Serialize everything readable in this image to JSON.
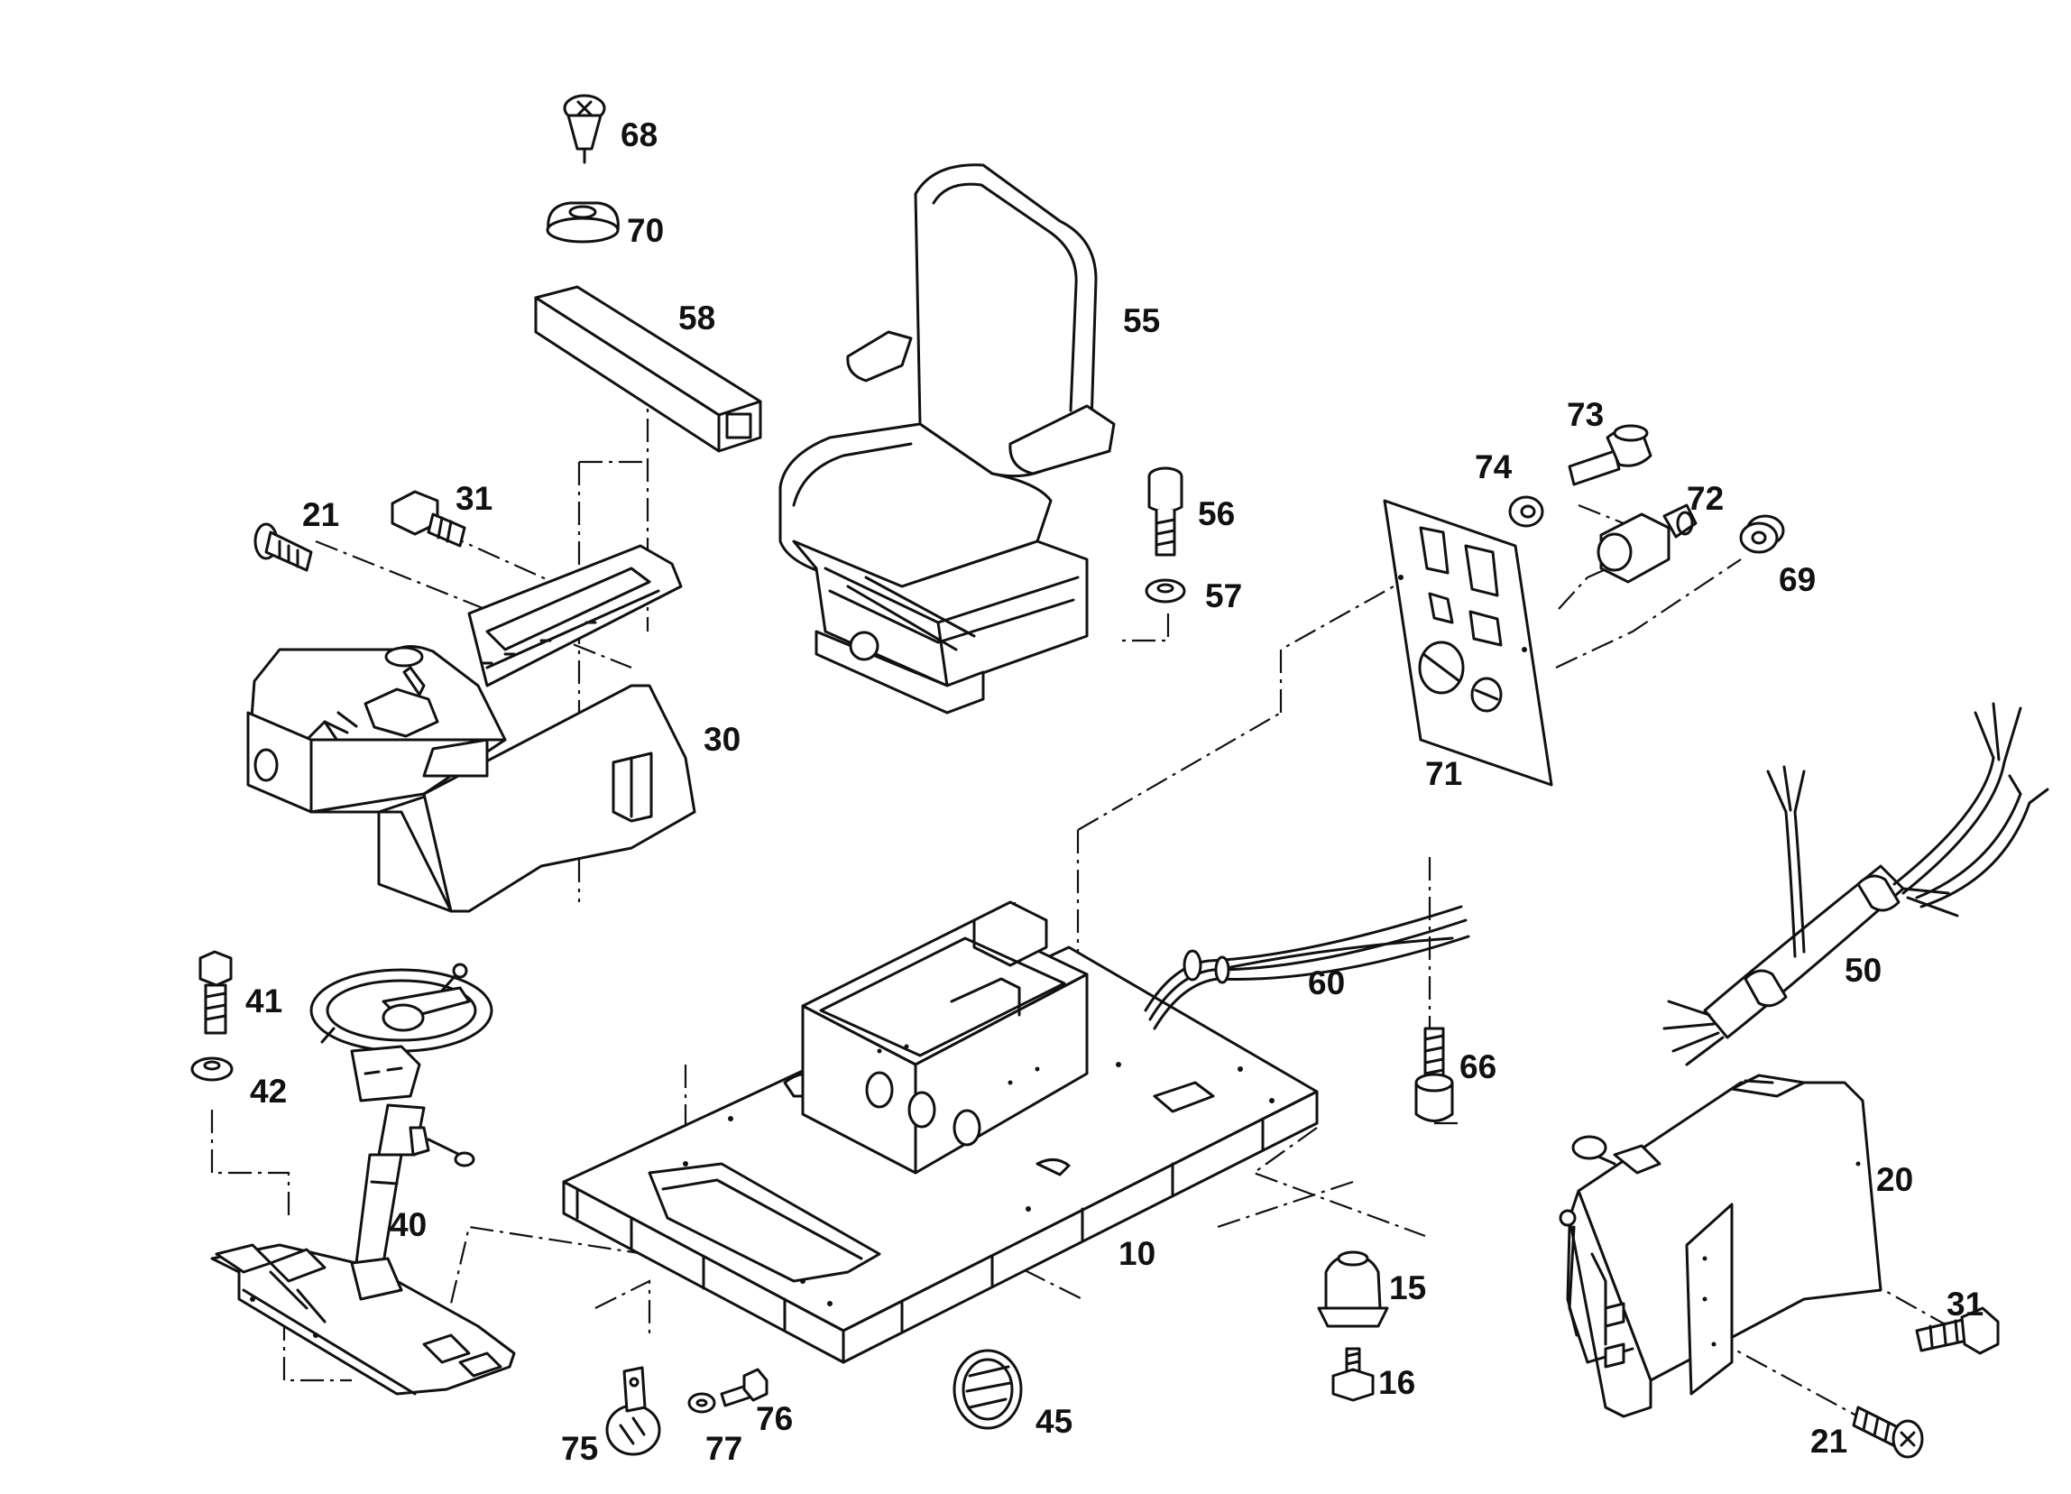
{
  "callouts": {
    "c10": "10",
    "c15": "15",
    "c16": "16",
    "c20": "20",
    "c21a": "21",
    "c21b": "21",
    "c30": "30",
    "c31a": "31",
    "c31b": "31",
    "c40": "40",
    "c41": "41",
    "c42": "42",
    "c45": "45",
    "c50": "50",
    "c55": "55",
    "c56": "56",
    "c57": "57",
    "c58": "58",
    "c60": "60",
    "c66": "66",
    "c68": "68",
    "c69": "69",
    "c70": "70",
    "c71": "71",
    "c72": "72",
    "c73": "73",
    "c74": "74",
    "c75": "75",
    "c76": "76",
    "c77": "77"
  },
  "colors": {
    "line": "#111111",
    "background": "#ffffff"
  }
}
